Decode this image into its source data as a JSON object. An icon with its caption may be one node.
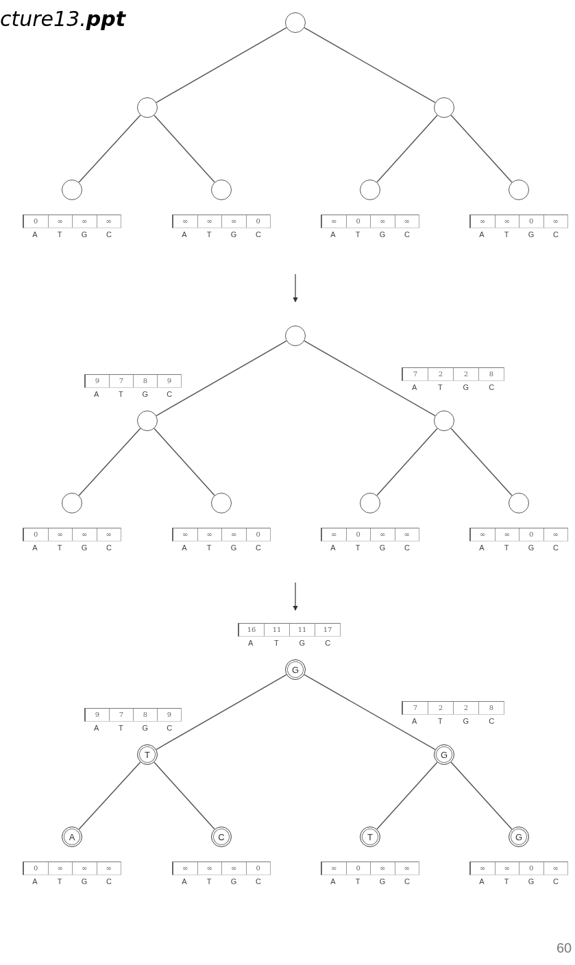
{
  "diagram": {
    "title": "cture13.**ppt**",
    "nodes": [
      {
        "text": [],
        "shape": "circle"
      },
      {
        "text": [],
        "shape": "circle"
      },
      {
        "text": [],
        "shape": "circle"
      },
      {
        "text": [],
        "shape": "circle",
        "beside": [
          "0",
          "∞",
          "∞",
          "∞",
          "A",
          "T",
          "G",
          "C"
        ]
      },
      {
        "text": [],
        "shape": "circle",
        "beside": [
          "∞",
          "∞",
          "∞",
          "0",
          "A",
          "T",
          "G",
          "C"
        ]
      },
      {
        "text": [],
        "shape": "circle",
        "beside": [
          "∞",
          "0",
          "∞",
          "∞",
          "A",
          "T",
          "G",
          "C"
        ]
      },
      {
        "text": [],
        "shape": "circle",
        "beside": [
          "∞",
          "∞",
          "0",
          "∞",
          "A",
          "T",
          "G",
          "C"
        ]
      },
      {
        "text": [],
        "shape": "circle"
      },
      {
        "text": [],
        "shape": "circle",
        "beside": [
          "9",
          "7",
          "8",
          "9",
          "A",
          "T",
          "G",
          "C"
        ]
      },
      {
        "text": [],
        "shape": "circle",
        "beside": [
          "7",
          "2",
          "2",
          "8",
          "A",
          "T",
          "G",
          "C"
        ]
      },
      {
        "text": [],
        "shape": "circle",
        "beside": [
          "0",
          "∞",
          "∞",
          "∞",
          "A",
          "T",
          "G",
          "C"
        ]
      },
      {
        "text": [],
        "shape": "circle",
        "beside": [
          "∞",
          "∞",
          "∞",
          "0",
          "A",
          "T",
          "G",
          "C"
        ]
      },
      {
        "text": [],
        "shape": "circle",
        "beside": [
          "∞",
          "0",
          "∞",
          "∞",
          "A",
          "T",
          "G",
          "C"
        ]
      },
      {
        "text": [],
        "shape": "circle",
        "beside": [
          "∞",
          "∞",
          "0",
          "∞",
          "A",
          "T",
          "G",
          "C"
        ]
      },
      {
        "text": [
          "G"
        ],
        "beside": [
          "16",
          "11",
          "11",
          "17",
          "A",
          "T",
          "G",
          "C"
        ]
      },
      {
        "text": [
          "T"
        ],
        "beside": [
          "9",
          "7",
          "8",
          "9",
          "A",
          "T",
          "G",
          "C"
        ]
      },
      {
        "text": [
          "G"
        ],
        "beside": [
          "7",
          "2",
          "2",
          "8",
          "A",
          "T",
          "G",
          "C"
        ]
      },
      {
        "text": [
          "A"
        ],
        "beside": [
          "0",
          "∞",
          "∞",
          "∞",
          "A",
          "T",
          "G",
          "C"
        ]
      },
      {
        "text": [
          "C"
        ],
        "beside": [
          "∞",
          "∞",
          "∞",
          "0",
          "A",
          "T",
          "G",
          "C"
        ]
      },
      {
        "text": [
          "T"
        ],
        "beside": [
          "∞",
          "0",
          "∞",
          "∞",
          "A",
          "T",
          "G",
          "C"
        ]
      },
      {
        "text": [
          "G"
        ],
        "beside": [
          "∞",
          "∞",
          "0",
          "∞",
          "A",
          "T",
          "G",
          "C"
        ]
      }
    ],
    "edges": [
      {
        "from": 0,
        "to": 1,
        "arrow": "none"
      },
      {
        "from": 0,
        "to": 2,
        "arrow": "none"
      },
      {
        "from": 1,
        "to": 3,
        "arrow": "none"
      },
      {
        "from": 1,
        "to": 4,
        "arrow": "none"
      },
      {
        "from": 2,
        "to": 5,
        "arrow": "none"
      },
      {
        "from": 2,
        "to": 6,
        "arrow": "none"
      },
      {
        "from": 7,
        "to": 8,
        "arrow": "none"
      },
      {
        "from": 7,
        "to": 9,
        "arrow": "none"
      },
      {
        "from": 8,
        "to": 10,
        "arrow": "none"
      },
      {
        "from": 8,
        "to": 11,
        "arrow": "none"
      },
      {
        "from": 9,
        "to": 12,
        "arrow": "none"
      },
      {
        "from": 9,
        "to": 13,
        "arrow": "none"
      },
      {
        "from": 14,
        "to": 15,
        "arrow": "none"
      },
      {
        "from": 14,
        "to": 16,
        "arrow": "none"
      },
      {
        "from": 15,
        "to": 17,
        "arrow": "none"
      },
      {
        "from": 15,
        "to": 18,
        "arrow": "none"
      },
      {
        "from": 16,
        "to": 19,
        "arrow": "none"
      },
      {
        "from": 16,
        "to": 20,
        "arrow": "none"
      }
    ],
    "labels": [
      "60"
    ]
  }
}
